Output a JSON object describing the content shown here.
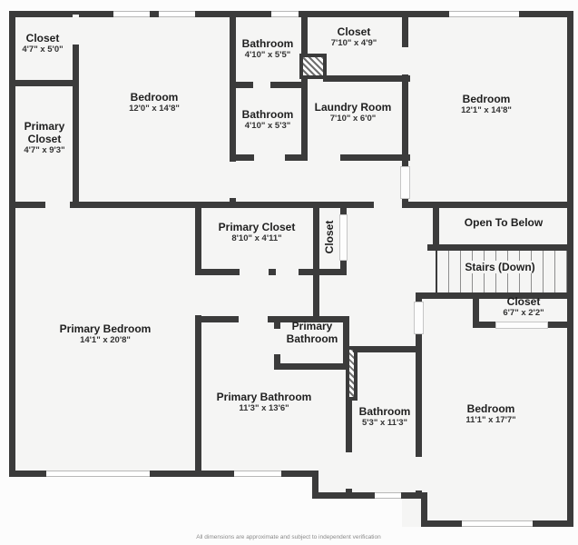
{
  "plan": {
    "rooms": [
      {
        "name": "Closet",
        "dims": "4'7\" x 5'0\""
      },
      {
        "name": "Primary Closet",
        "dims": "4'7\" x 9'3\""
      },
      {
        "name": "Bedroom",
        "dims": "12'0\" x 14'8\""
      },
      {
        "name": "Bathroom",
        "dims": "4'10\" x 5'5\""
      },
      {
        "name": "Closet",
        "dims": "7'10\" x 4'9\""
      },
      {
        "name": "Bathroom",
        "dims": "4'10\" x 5'3\""
      },
      {
        "name": "Laundry Room",
        "dims": "7'10\" x 6'0\""
      },
      {
        "name": "Bedroom",
        "dims": "12'1\" x 14'8\""
      },
      {
        "name": "Primary Closet",
        "dims": "8'10\" x 4'11\""
      },
      {
        "name": "Closet",
        "dims": ""
      },
      {
        "name": "Open To Below",
        "dims": ""
      },
      {
        "name": "Stairs (Down)",
        "dims": ""
      },
      {
        "name": "Closet",
        "dims": "6'7\" x 2'2\""
      },
      {
        "name": "Primary Bedroom",
        "dims": "14'1\" x 20'8\""
      },
      {
        "name": "Primary Bathroom",
        "dims": ""
      },
      {
        "name": "Primary Bathroom",
        "dims": "11'3\" x 13'6\""
      },
      {
        "name": "Bathroom",
        "dims": "5'3\" x 11'3\""
      },
      {
        "name": "Bedroom",
        "dims": "11'1\" x 17'7\""
      }
    ],
    "disclaimer": "All dimensions are approximate and subject to independent verification"
  },
  "colors": {
    "wall": "#3b3b3b",
    "room_fill": "#f5f5f4",
    "background": "#fcfcfc"
  }
}
